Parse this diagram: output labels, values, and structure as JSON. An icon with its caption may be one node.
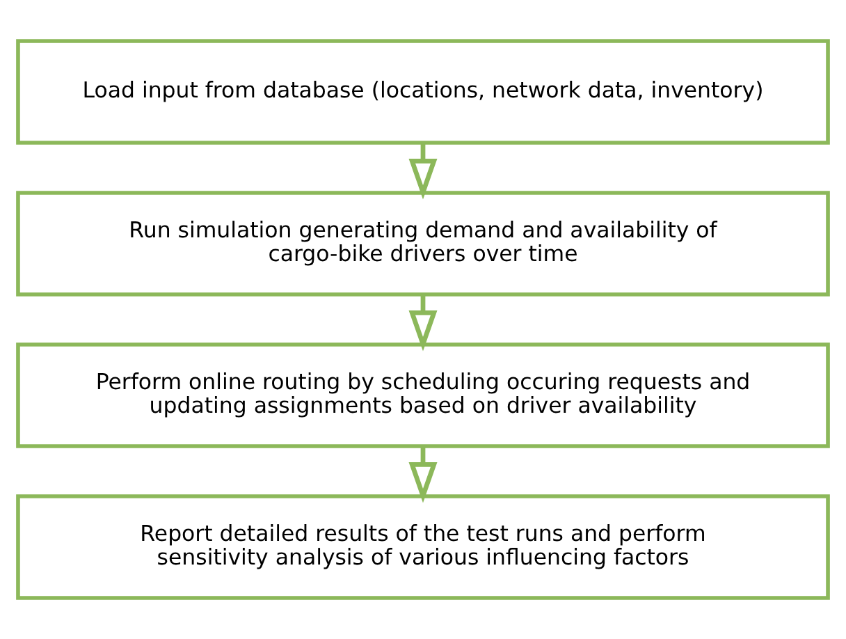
{
  "diagram": {
    "nodes": [
      {
        "text": [
          "Load input from database (locations, network data, inventory)"
        ]
      },
      {
        "text": [
          "Run simulation generating demand and availability of cargo-bike drivers over time"
        ]
      },
      {
        "text": [
          "Perform online routing by scheduling occuring requests and updating assignments based on driver availability"
        ]
      },
      {
        "text": [
          "Report detailed results of the test runs and perform sensitivity analysis of various influencing factors"
        ]
      }
    ],
    "edges": [
      {
        "from": 0,
        "to": 1,
        "arrow": "to"
      },
      {
        "from": 1,
        "to": 2,
        "arrow": "to"
      },
      {
        "from": 2,
        "to": 3,
        "arrow": "to"
      }
    ]
  }
}
